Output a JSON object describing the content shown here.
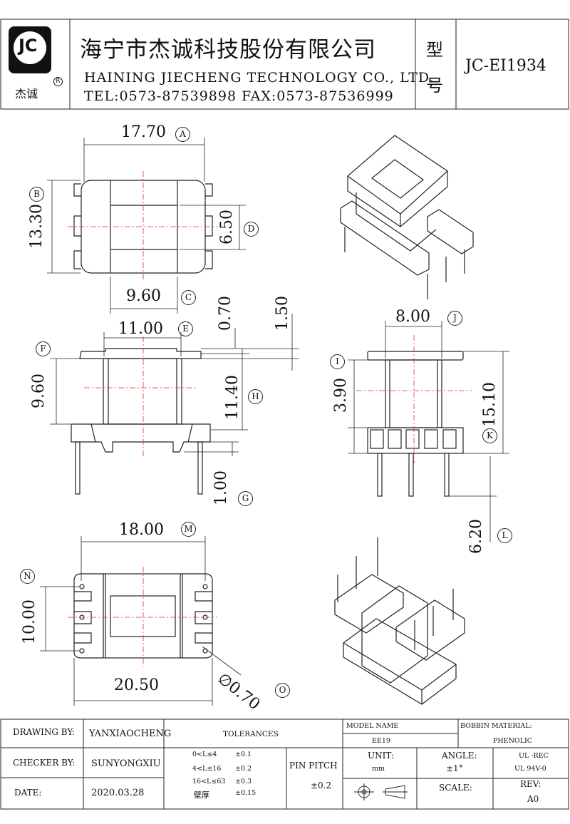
{
  "header": {
    "logo_text": "JC",
    "logo_caption": "杰诚",
    "reg_mark": "R",
    "company_cn": "海宁市杰诚科技股份有限公司",
    "company_en": "HAINING JIECHENG TECHNOLOGY CO., LTD.",
    "contact": "TEL:0573-87539898   FAX:0573-87536999",
    "model_label_1": "型",
    "model_label_2": "号",
    "model_number": "JC-EI1934"
  },
  "dimensions": {
    "A": {
      "value": "17.70",
      "letter": "A"
    },
    "B": {
      "value": "13.30",
      "letter": "B"
    },
    "C": {
      "value": "9.60",
      "letter": "C"
    },
    "D": {
      "value": "6.50",
      "letter": "D"
    },
    "E": {
      "value": "11.00",
      "letter": "E"
    },
    "F": {
      "value": "9.60",
      "letter": "F"
    },
    "G": {
      "value": "1.00",
      "letter": "G"
    },
    "H": {
      "value": "11.40",
      "letter": "H"
    },
    "I": {
      "value": "3.90",
      "letter": "I"
    },
    "J": {
      "value": "8.00",
      "letter": "J"
    },
    "K": {
      "value": "15.10",
      "letter": "K"
    },
    "L": {
      "value": "6.20",
      "letter": "L"
    },
    "M": {
      "value": "18.00",
      "letter": "M"
    },
    "N": {
      "value": "10.00",
      "letter": "N"
    },
    "O": {
      "value": "∅0.70",
      "letter": "O"
    },
    "P": {
      "value": "20.50"
    },
    "Q": {
      "value": "0.70"
    },
    "R": {
      "value": "1.50"
    }
  },
  "title_block": {
    "drawing_by_label": "DRAWING  BY:",
    "drawing_by_value": "YANXIAOCHENG",
    "checker_by_label": "CHECKER  BY:",
    "checker_by_value": "SUNYONGXIU",
    "date_label": "DATE:",
    "date_value": "2020.03.28",
    "tolerances_label": "TOLERANCES",
    "tol_rows": [
      {
        "range": "0<L≤4",
        "tol": "±0.1"
      },
      {
        "range": "4<L≤16",
        "tol": "±0.2"
      },
      {
        "range": "16<L≤63",
        "tol": "±0.3"
      },
      {
        "range": "壁厚",
        "tol": "±0.15"
      }
    ],
    "pin_pitch_label": "PIN PITCH",
    "pin_pitch_value": "±0.2",
    "model_name_label": "MODEL NAME",
    "model_name_value": "EE19",
    "bobbin_material_label": "BOBBIN MATERIAL:",
    "bobbin_material_value": "PHENOLIC",
    "unit_label": "UNIT:",
    "unit_value": "mm",
    "angle_label": "ANGLE:",
    "angle_value": "±1°",
    "ul_1": "UL -REC",
    "ul_2": "UL  94V-0",
    "scale_label": "SCALE:",
    "rev_label": "REV:",
    "rev_value": "A0"
  }
}
